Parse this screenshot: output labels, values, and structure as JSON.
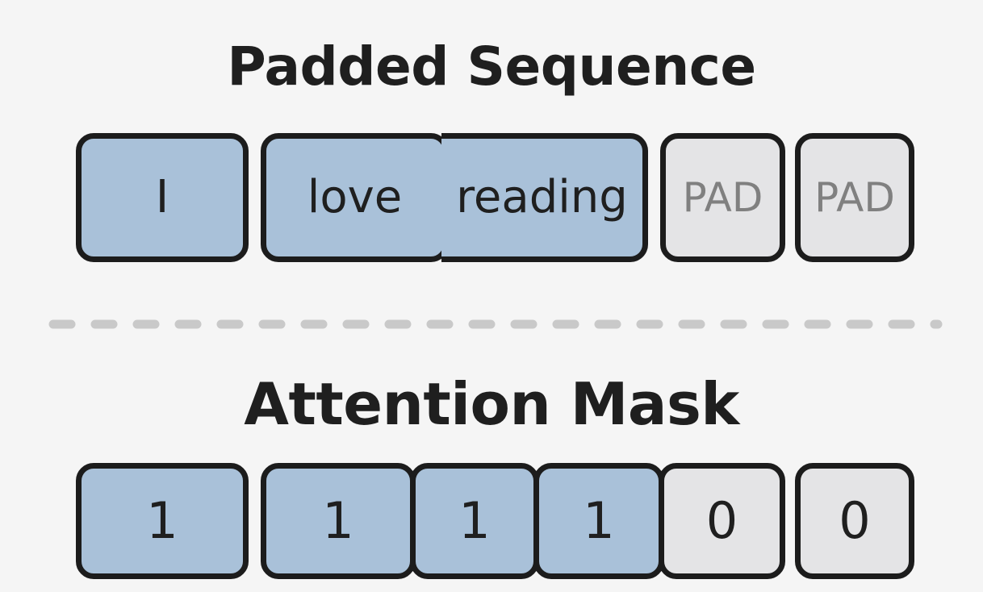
{
  "padded_sequence": {
    "title": "Padded Sequence",
    "tokens": [
      "I",
      "love",
      "reading",
      "PAD",
      "PAD"
    ]
  },
  "attention_mask": {
    "title": "Attention Mask",
    "values": [
      "1",
      "1",
      "1",
      "1",
      "0",
      "0"
    ]
  },
  "colors": {
    "real_token": "#a9c1d9",
    "pad_token": "#e4e4e6",
    "border": "#1c1c1c",
    "pad_text": "#808080",
    "divider": "#c9c9c9"
  }
}
